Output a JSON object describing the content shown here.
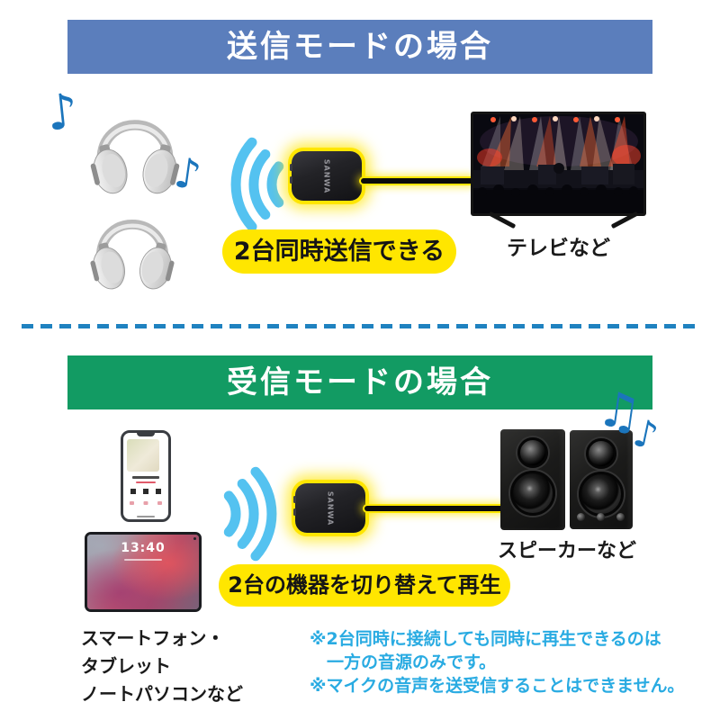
{
  "colors": {
    "send_banner_bg": "#5b7ebc",
    "receive_banner_bg": "#129b63",
    "banner_text": "#ffffff",
    "highlight_yellow": "#ffe600",
    "wave_blue": "#54c2f0",
    "music_note_blue": "#1b75bc",
    "note_text_blue": "#29abe2",
    "divider_blue": "#1f82c0"
  },
  "send_section": {
    "banner_title": "送信モードの場合",
    "highlight_label": "2台同時送信できる",
    "sink_label": "テレビなど"
  },
  "receive_section": {
    "banner_title": "受信モードの場合",
    "highlight_label": "2台の機器を切り替えて再生",
    "sink_label": "スピーカーなど",
    "source_caption_line1": "スマートフォン・",
    "source_caption_line2": "タブレット",
    "source_caption_line3": "ノートパソコンなど",
    "note_line1": "※2台同時に接続しても同時に再生できるのは",
    "note_line2": "　一方の音源のみです。",
    "note_line3": "※マイクの音声を送受信することはできません。"
  },
  "transmitter": {
    "brand_label": "SANWA"
  },
  "tablet": {
    "lock_time": "13:40"
  },
  "icons": {
    "single_note": "♪",
    "double_note": "♫"
  }
}
